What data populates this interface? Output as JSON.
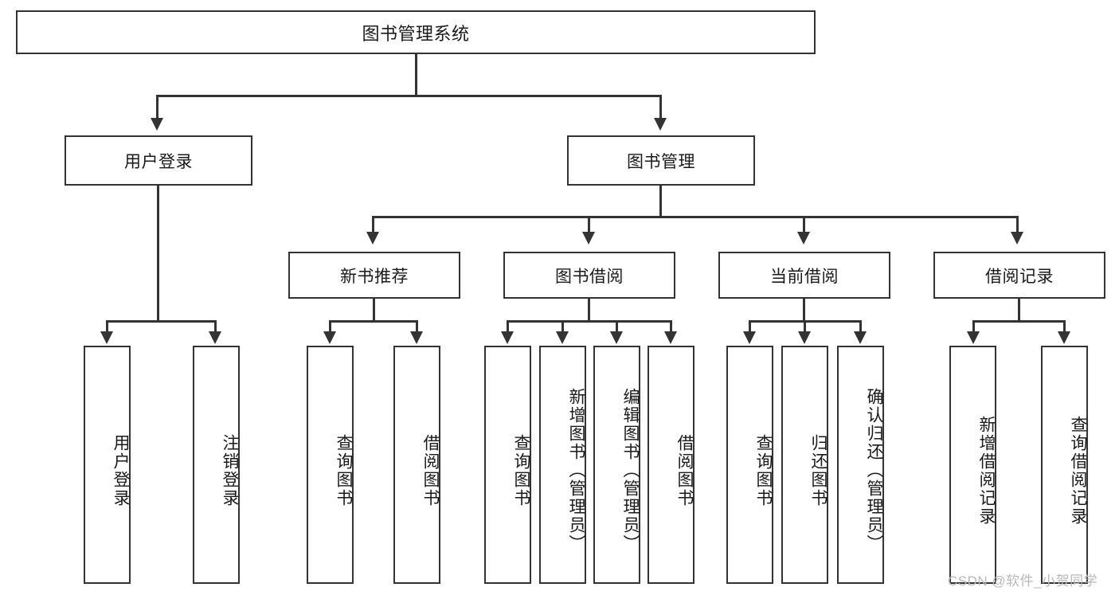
{
  "diagram": {
    "title_node": {
      "label": "图书管理系统"
    },
    "level2": [
      {
        "id": "user-login",
        "label": "用户登录"
      },
      {
        "id": "book-management",
        "label": "图书管理"
      }
    ],
    "level3": [
      {
        "id": "new-book-recommend",
        "label": "新书推荐"
      },
      {
        "id": "book-borrow",
        "label": "图书借阅"
      },
      {
        "id": "current-borrow",
        "label": "当前借阅"
      },
      {
        "id": "borrow-record",
        "label": "借阅记录"
      }
    ],
    "leaves": {
      "user_login": [
        {
          "id": "leaf-user-login",
          "label": "用户登录"
        },
        {
          "id": "leaf-logout",
          "label": "注销登录"
        }
      ],
      "new_book_recommend": [
        {
          "id": "leaf-query-book-1",
          "label": "查询图书"
        },
        {
          "id": "leaf-borrow-book-1",
          "label": "借阅图书"
        }
      ],
      "book_borrow": [
        {
          "id": "leaf-query-book-2",
          "label": "查询图书"
        },
        {
          "id": "leaf-add-book",
          "label": "新增图书（管理员）"
        },
        {
          "id": "leaf-edit-book",
          "label": "编辑图书（管理员）"
        },
        {
          "id": "leaf-borrow-book-2",
          "label": "借阅图书"
        }
      ],
      "current_borrow": [
        {
          "id": "leaf-query-book-3",
          "label": "查询图书"
        },
        {
          "id": "leaf-return-book",
          "label": "归还图书"
        },
        {
          "id": "leaf-confirm-return",
          "label": "确认归还（管理员）"
        }
      ],
      "borrow_record": [
        {
          "id": "leaf-add-record",
          "label": "新增借阅记录"
        },
        {
          "id": "leaf-query-record",
          "label": "查询借阅记录"
        }
      ]
    },
    "watermark": {
      "text": "CSDN @软件_小贺同学"
    },
    "colors": {
      "stroke": "#333333",
      "fill": "#ffffff",
      "text": "#1a1a1a",
      "watermark": "#b8b8b8"
    }
  }
}
